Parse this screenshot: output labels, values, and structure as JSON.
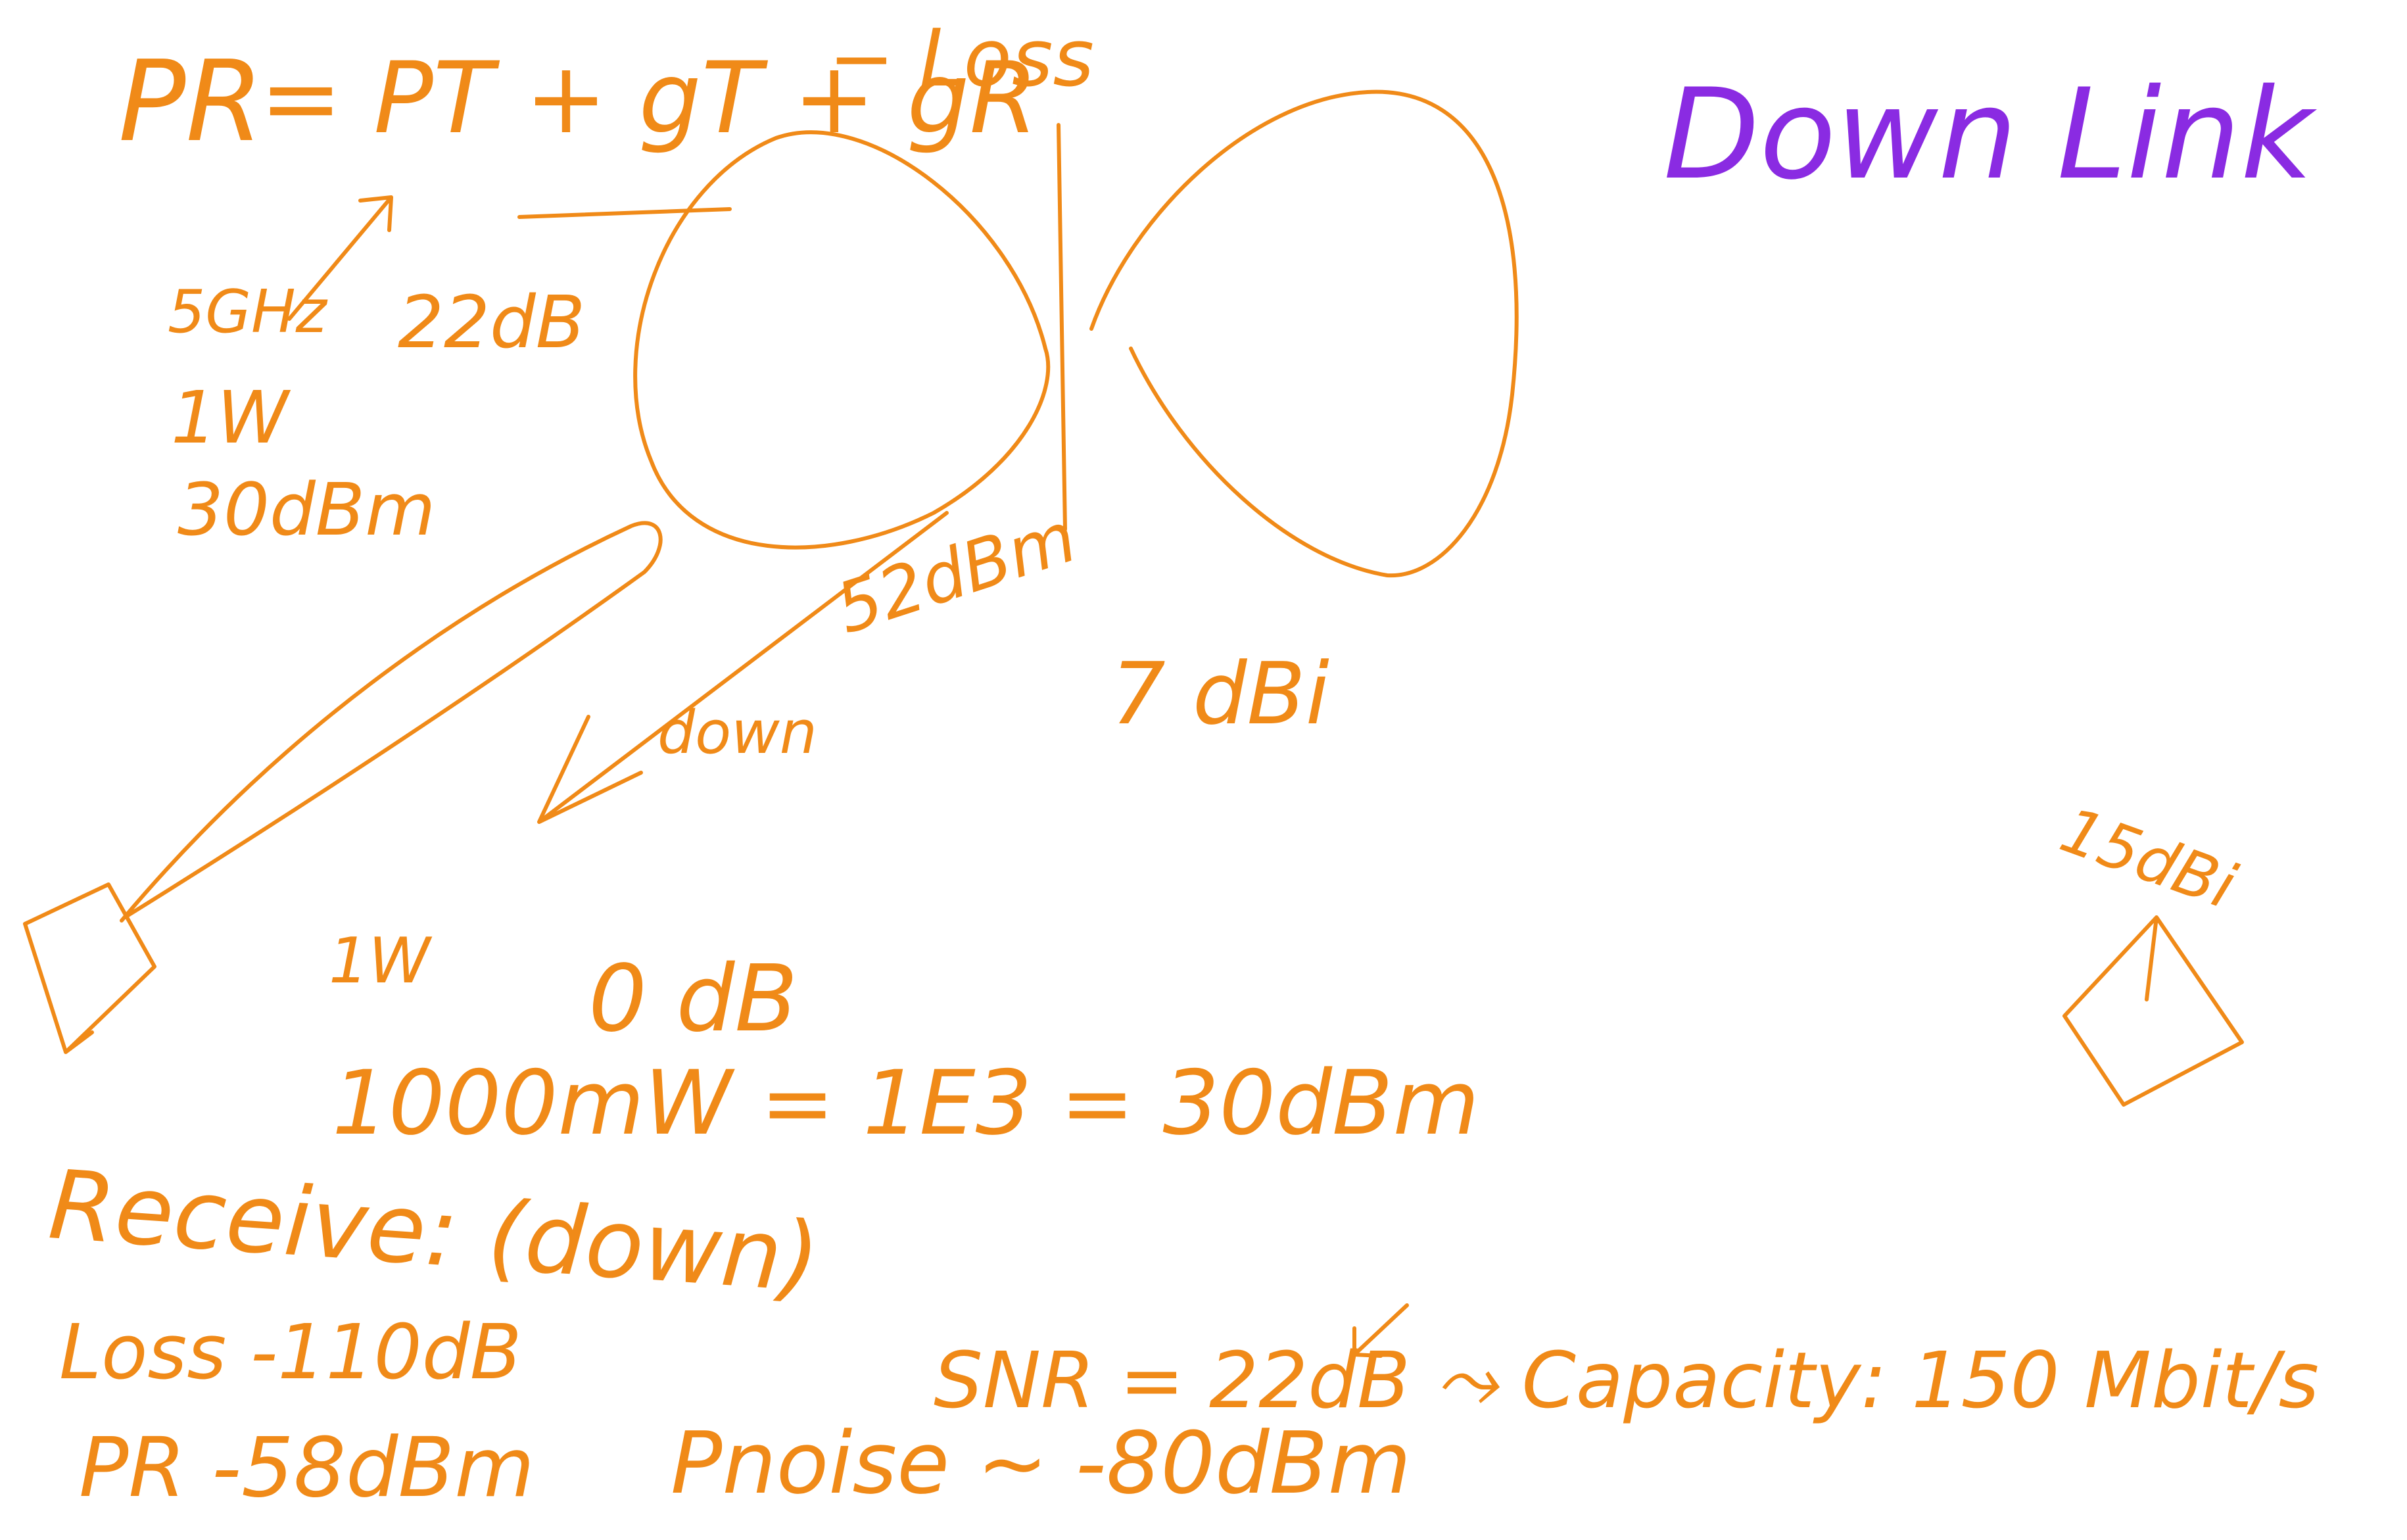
{
  "canvas": {
    "background": "#ffffff"
  },
  "colors": {
    "ink_orange": "#f08a18",
    "ink_purple": "#8a2be2"
  },
  "title": "Down Link",
  "notes": {
    "formula_lhs": "PR",
    "formula_rhs": "= PT + gT + gR",
    "formula_loss": "− Loss",
    "freq": "5GHz",
    "tx_gain": "22dB",
    "tx_power_w": "1W",
    "tx_power_dbm": "30dBm",
    "eirp": "52dBm",
    "down_arrow": "down",
    "rx_antenna_gain": "7 dBi",
    "client_gain": "15dBi",
    "w1": "1W",
    "zero_db": "0 dB",
    "conversion": "1000mW = 1E3 = 30dBm",
    "receive_heading": "Receive: (down)",
    "loss_line": "Loss -110dB",
    "pr_line": "PR -58dBm",
    "noise_line": "Pnoise ~ -80dBm",
    "snr_line": "SNR = 22dB ⤳ Capacity: 150 Mbit/s"
  }
}
